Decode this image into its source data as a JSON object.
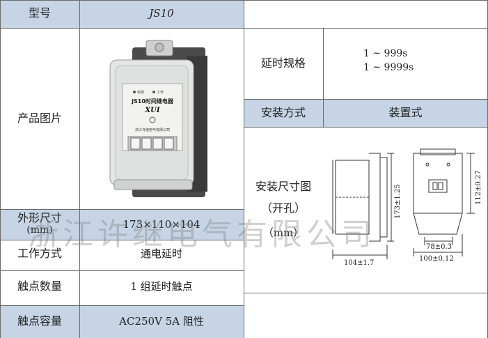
{
  "rows": {
    "model": {
      "label": "型号",
      "value": "JS10"
    },
    "image": {
      "label": "产品图片"
    },
    "size": {
      "label": "外形尺寸",
      "unit": "(mm)",
      "value": "173×110×104"
    },
    "mode": {
      "label": "工作方式",
      "value": "通电延时"
    },
    "contact_count": {
      "label": "触点数量",
      "value": "1 组延时触点"
    },
    "contact_capacity": {
      "label": "触点容量",
      "value": "AC250V  5A  阻性"
    }
  },
  "right": {
    "timing": {
      "label": "延时规格",
      "v1": "1 ~ 999s",
      "v2": "1 ~ 9999s"
    },
    "mounting": {
      "label": "安装方式",
      "value": "装置式"
    },
    "drawing": {
      "label1": "安装尺寸图",
      "label2": "（开孔）",
      "label3": "（mm）",
      "dim_height": "173±1.25",
      "dim_depth": "104±1.7",
      "dim_hole_w": "78±0.3",
      "dim_width": "100±0.12",
      "dim_hole_h": "112±0.27"
    }
  },
  "device": {
    "indicator_power": "电源",
    "indicator_work": "工作",
    "title": "JS10时间继电器",
    "brand": "XUI",
    "company": "浙江许继电气有限公司"
  },
  "watermark": "浙江许继电气有限公司"
}
